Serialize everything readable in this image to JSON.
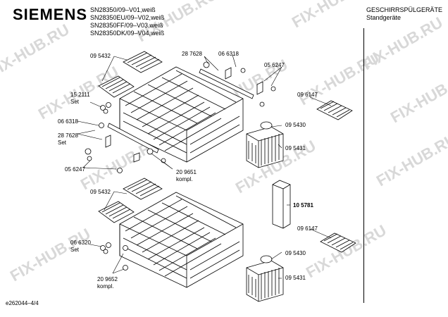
{
  "header": {
    "brand": "SIEMENS",
    "models": [
      "SN28350/09–V01,weiß",
      "SN28350EU/09–V02,weiß",
      "SN28350FF/09–V03,weiß",
      "SN28350DK/09–V04,weiß"
    ],
    "category": "GESCHIRRSPÜLGERÄTE",
    "subcategory": "Standgeräte"
  },
  "watermark": "FIX-HUB.RU",
  "footer": {
    "code": "e262044–4/4"
  },
  "labels": {
    "p095432a": "09 5432",
    "p287628a": "28 7628",
    "p063318a": "06 6318",
    "p056247a": "05 6247",
    "p152111": "15 2111",
    "p152111set": "Set",
    "p063318b": "06 6318",
    "p287628b": "28 7628",
    "p287628bset": "Set",
    "p056247b": "05 6247",
    "p209651": "20 9651",
    "p209651k": "kompl.",
    "p096147a": "09 6147",
    "p095430a": "09 5430",
    "p095431a": "09 5431",
    "p095432b": "09 5432",
    "p105781": "10 5781",
    "p096147b": "09 6147",
    "p066320": "06 6320",
    "p066320set": "Set",
    "p095430b": "09 5430",
    "p095431b": "09 5431",
    "p209652": "20 9652",
    "p209652k": "kompl."
  }
}
